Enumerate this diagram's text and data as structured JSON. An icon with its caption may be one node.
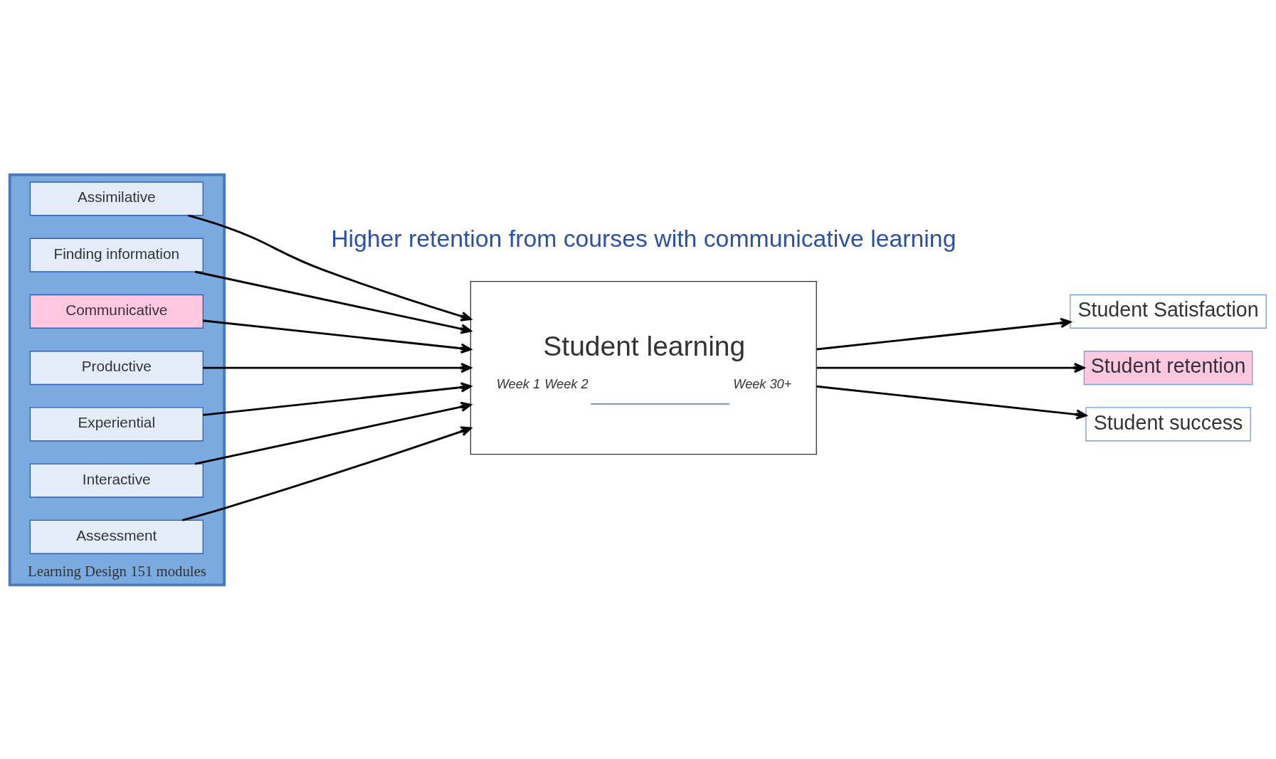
{
  "diagram": {
    "nodes": [
      {
        "text": [
          "Learning Design 151 modules"
        ]
      },
      {
        "text": [
          "Assimilative"
        ],
        "in": 0
      },
      {
        "text": [
          "Finding information"
        ],
        "in": 0
      },
      {
        "text": [
          "Communicative"
        ],
        "in": 0
      },
      {
        "text": [
          "Productive"
        ],
        "in": 0
      },
      {
        "text": [
          "Experiential"
        ],
        "in": 0
      },
      {
        "text": [
          "Interactive"
        ],
        "in": 0
      },
      {
        "text": [
          "Assessment"
        ],
        "in": 0
      },
      {
        "text": [
          "Student learning",
          "Week 1",
          "Week 2",
          "Week 30+"
        ]
      },
      {
        "text": [
          "Student Satisfaction"
        ]
      },
      {
        "text": [
          "Student retention"
        ]
      },
      {
        "text": [
          "Student success"
        ]
      }
    ],
    "edges": [
      {
        "from": 1,
        "to": 8,
        "arrow": "to"
      },
      {
        "from": 2,
        "to": 8,
        "arrow": "to"
      },
      {
        "from": 3,
        "to": 8,
        "arrow": "to"
      },
      {
        "from": 4,
        "to": 8,
        "arrow": "to"
      },
      {
        "from": 5,
        "to": 8,
        "arrow": "to"
      },
      {
        "from": 6,
        "to": 8,
        "arrow": "to"
      },
      {
        "from": 7,
        "to": 8,
        "arrow": "to"
      },
      {
        "from": 8,
        "to": 9,
        "arrow": "to"
      },
      {
        "from": 8,
        "to": 10,
        "arrow": "to"
      },
      {
        "from": 8,
        "to": 11,
        "arrow": "to"
      }
    ],
    "labels": [
      "Higher retention from courses with communicative learning"
    ]
  }
}
